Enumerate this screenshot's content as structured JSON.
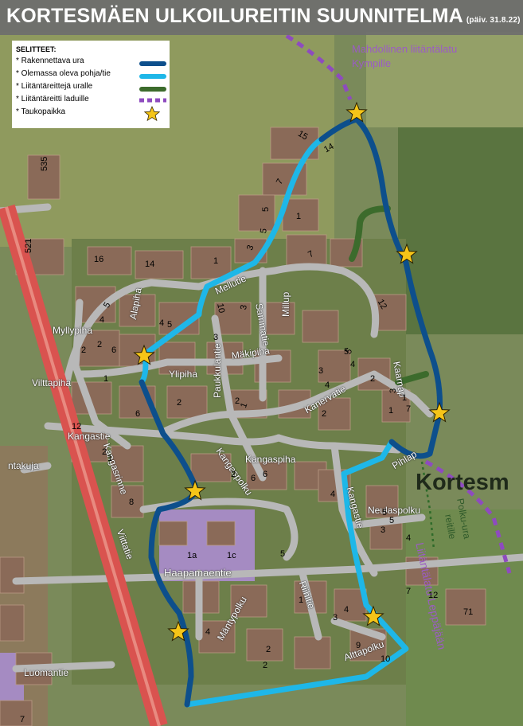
{
  "title": "KORTESMÄEN ULKOILUREITIN SUUNNITELMA",
  "date": "(päiv. 31.8.22)",
  "legend": {
    "heading": "SELITTEET:",
    "items": [
      {
        "label": "* Rakennettava ura",
        "color": "#0d4f8c",
        "style": "solid"
      },
      {
        "label": "* Olemassa oleva pohja/tie",
        "color": "#1eb7e8",
        "style": "solid"
      },
      {
        "label": "* Liitäntäreittejä uralle",
        "color": "#3c6b2c",
        "style": "solid"
      },
      {
        "label": "* Liitäntäreitti laduille",
        "color": "#8e4bbf",
        "style": "dashed"
      },
      {
        "label": "* Taukopaikka",
        "color": "#f5c518",
        "style": "star"
      }
    ]
  },
  "annotations": {
    "kympille_1": "Mahdollinen liitäntälatu",
    "kympille_2": "Kympille",
    "leppaa": "Liitäntälatu Leppäjään",
    "polku_1": "Polku-ura",
    "polku_2": "reitille",
    "area": "Kortesm"
  },
  "streets": {
    "myllypiha": "Myllypiha",
    "alapiha": "Alapiha",
    "ylipiha": "Ylipiha",
    "vilttapiha": "Vilttapiha",
    "kangastie": "Kangastie",
    "kangasrinne": "Kangasrinne",
    "viittatie": "Viittatie",
    "paukkulantie": "Paukkulantie",
    "makipiha": "Mäkipiha",
    "mellutie": "Mellutie",
    "millup": "Millup",
    "sammatie": "Sammatie",
    "kanervatie": "Kanervatie",
    "kaarnap": "Kaarnap",
    "kangaspiha": "Kangaspiha",
    "kangaspolku": "Kangaspolku",
    "pihlap": "Pihlap",
    "kangastie2": "Kangastie",
    "neulaspolku": "Neulaspolku",
    "haapamaentie": "Haapamaentie",
    "manty": "Mäntypolku",
    "riihitie": "Riihitie",
    "alttapolku": "Alttapolku",
    "luomantie": "Luomantie",
    "ntakuja": "ntakuja"
  },
  "plot_numbers": [
    "535",
    "521",
    "16",
    "14",
    "15",
    "14",
    "7",
    "5",
    "1",
    "3",
    "5",
    "7",
    "1",
    "10",
    "3",
    "12",
    "4",
    "2",
    "1",
    "5",
    "5",
    "6",
    "2",
    "4",
    "1",
    "2",
    "3",
    "4",
    "2",
    "1",
    "5",
    "12",
    "6",
    "2",
    "1",
    "2",
    "3",
    "5",
    "4",
    "2",
    "6",
    "2",
    "3",
    "1",
    "7",
    "8",
    "4",
    "6",
    "5",
    "1a",
    "1c",
    "5",
    "3",
    "5",
    "4",
    "1",
    "4",
    "3",
    "2",
    "4",
    "2",
    "9",
    "7",
    "12",
    "71",
    "10",
    "7"
  ],
  "colors": {
    "build": "#0d4f8c",
    "existing": "#1eb7e8",
    "connector": "#3c6b2c",
    "ski": "#8e4bbf",
    "star": "#f5c518",
    "rail": "#d9534f"
  }
}
